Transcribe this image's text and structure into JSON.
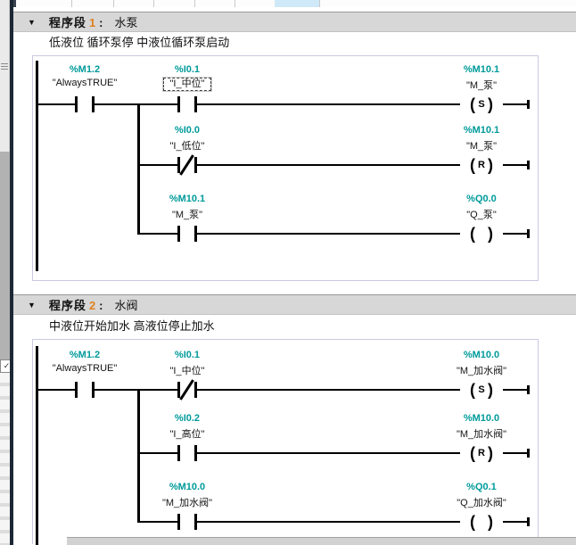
{
  "icons": {
    "collapse": "▼",
    "check": "✓"
  },
  "colors": {
    "operand_teal": "#009a9a",
    "network_number_orange": "#df8020",
    "ladder_frame": "#c9c9e0"
  },
  "networks": [
    {
      "label_prefix": "程序段",
      "number": "1",
      "separator": ":",
      "title": "水泵",
      "comment": "低液位 循环泵停  中液位循环泵启动",
      "rows": [
        {
          "elements": [
            {
              "kind": "no",
              "col": 0,
              "address": "%M1.2",
              "name": "\"AlwaysTRUE\""
            },
            {
              "kind": "no",
              "col": 1,
              "address": "%I0.1",
              "name": "\"I_中位\"",
              "selected": true
            },
            {
              "kind": "coil",
              "col": 2,
              "address": "%M10.1",
              "name": "\"M_泵\"",
              "symbol": "S"
            }
          ]
        },
        {
          "elements": [
            {
              "kind": "nc",
              "col": 1,
              "address": "%I0.0",
              "name": "\"I_低位\""
            },
            {
              "kind": "coil",
              "col": 2,
              "address": "%M10.1",
              "name": "\"M_泵\"",
              "symbol": "R"
            }
          ]
        },
        {
          "elements": [
            {
              "kind": "no",
              "col": 1,
              "address": "%M10.1",
              "name": "\"M_泵\""
            },
            {
              "kind": "coil",
              "col": 2,
              "address": "%Q0.0",
              "name": "\"Q_泵\"",
              "symbol": ""
            }
          ]
        }
      ]
    },
    {
      "label_prefix": "程序段",
      "number": "2",
      "separator": ":",
      "title": "水阀",
      "comment": "中液位开始加水 高液位停止加水",
      "rows": [
        {
          "elements": [
            {
              "kind": "no",
              "col": 0,
              "address": "%M1.2",
              "name": "\"AlwaysTRUE\""
            },
            {
              "kind": "nc",
              "col": 1,
              "address": "%I0.1",
              "name": "\"I_中位\""
            },
            {
              "kind": "coil",
              "col": 2,
              "address": "%M10.0",
              "name": "\"M_加水阀\"",
              "symbol": "S"
            }
          ]
        },
        {
          "elements": [
            {
              "kind": "no",
              "col": 1,
              "address": "%I0.2",
              "name": "\"I_高位\""
            },
            {
              "kind": "coil",
              "col": 2,
              "address": "%M10.0",
              "name": "\"M_加水阀\"",
              "symbol": "R"
            }
          ]
        },
        {
          "elements": [
            {
              "kind": "no",
              "col": 1,
              "address": "%M10.0",
              "name": "\"M_加水阀\""
            },
            {
              "kind": "coil",
              "col": 2,
              "address": "%Q0.1",
              "name": "\"Q_加水阀\"",
              "symbol": ""
            }
          ]
        }
      ]
    }
  ]
}
